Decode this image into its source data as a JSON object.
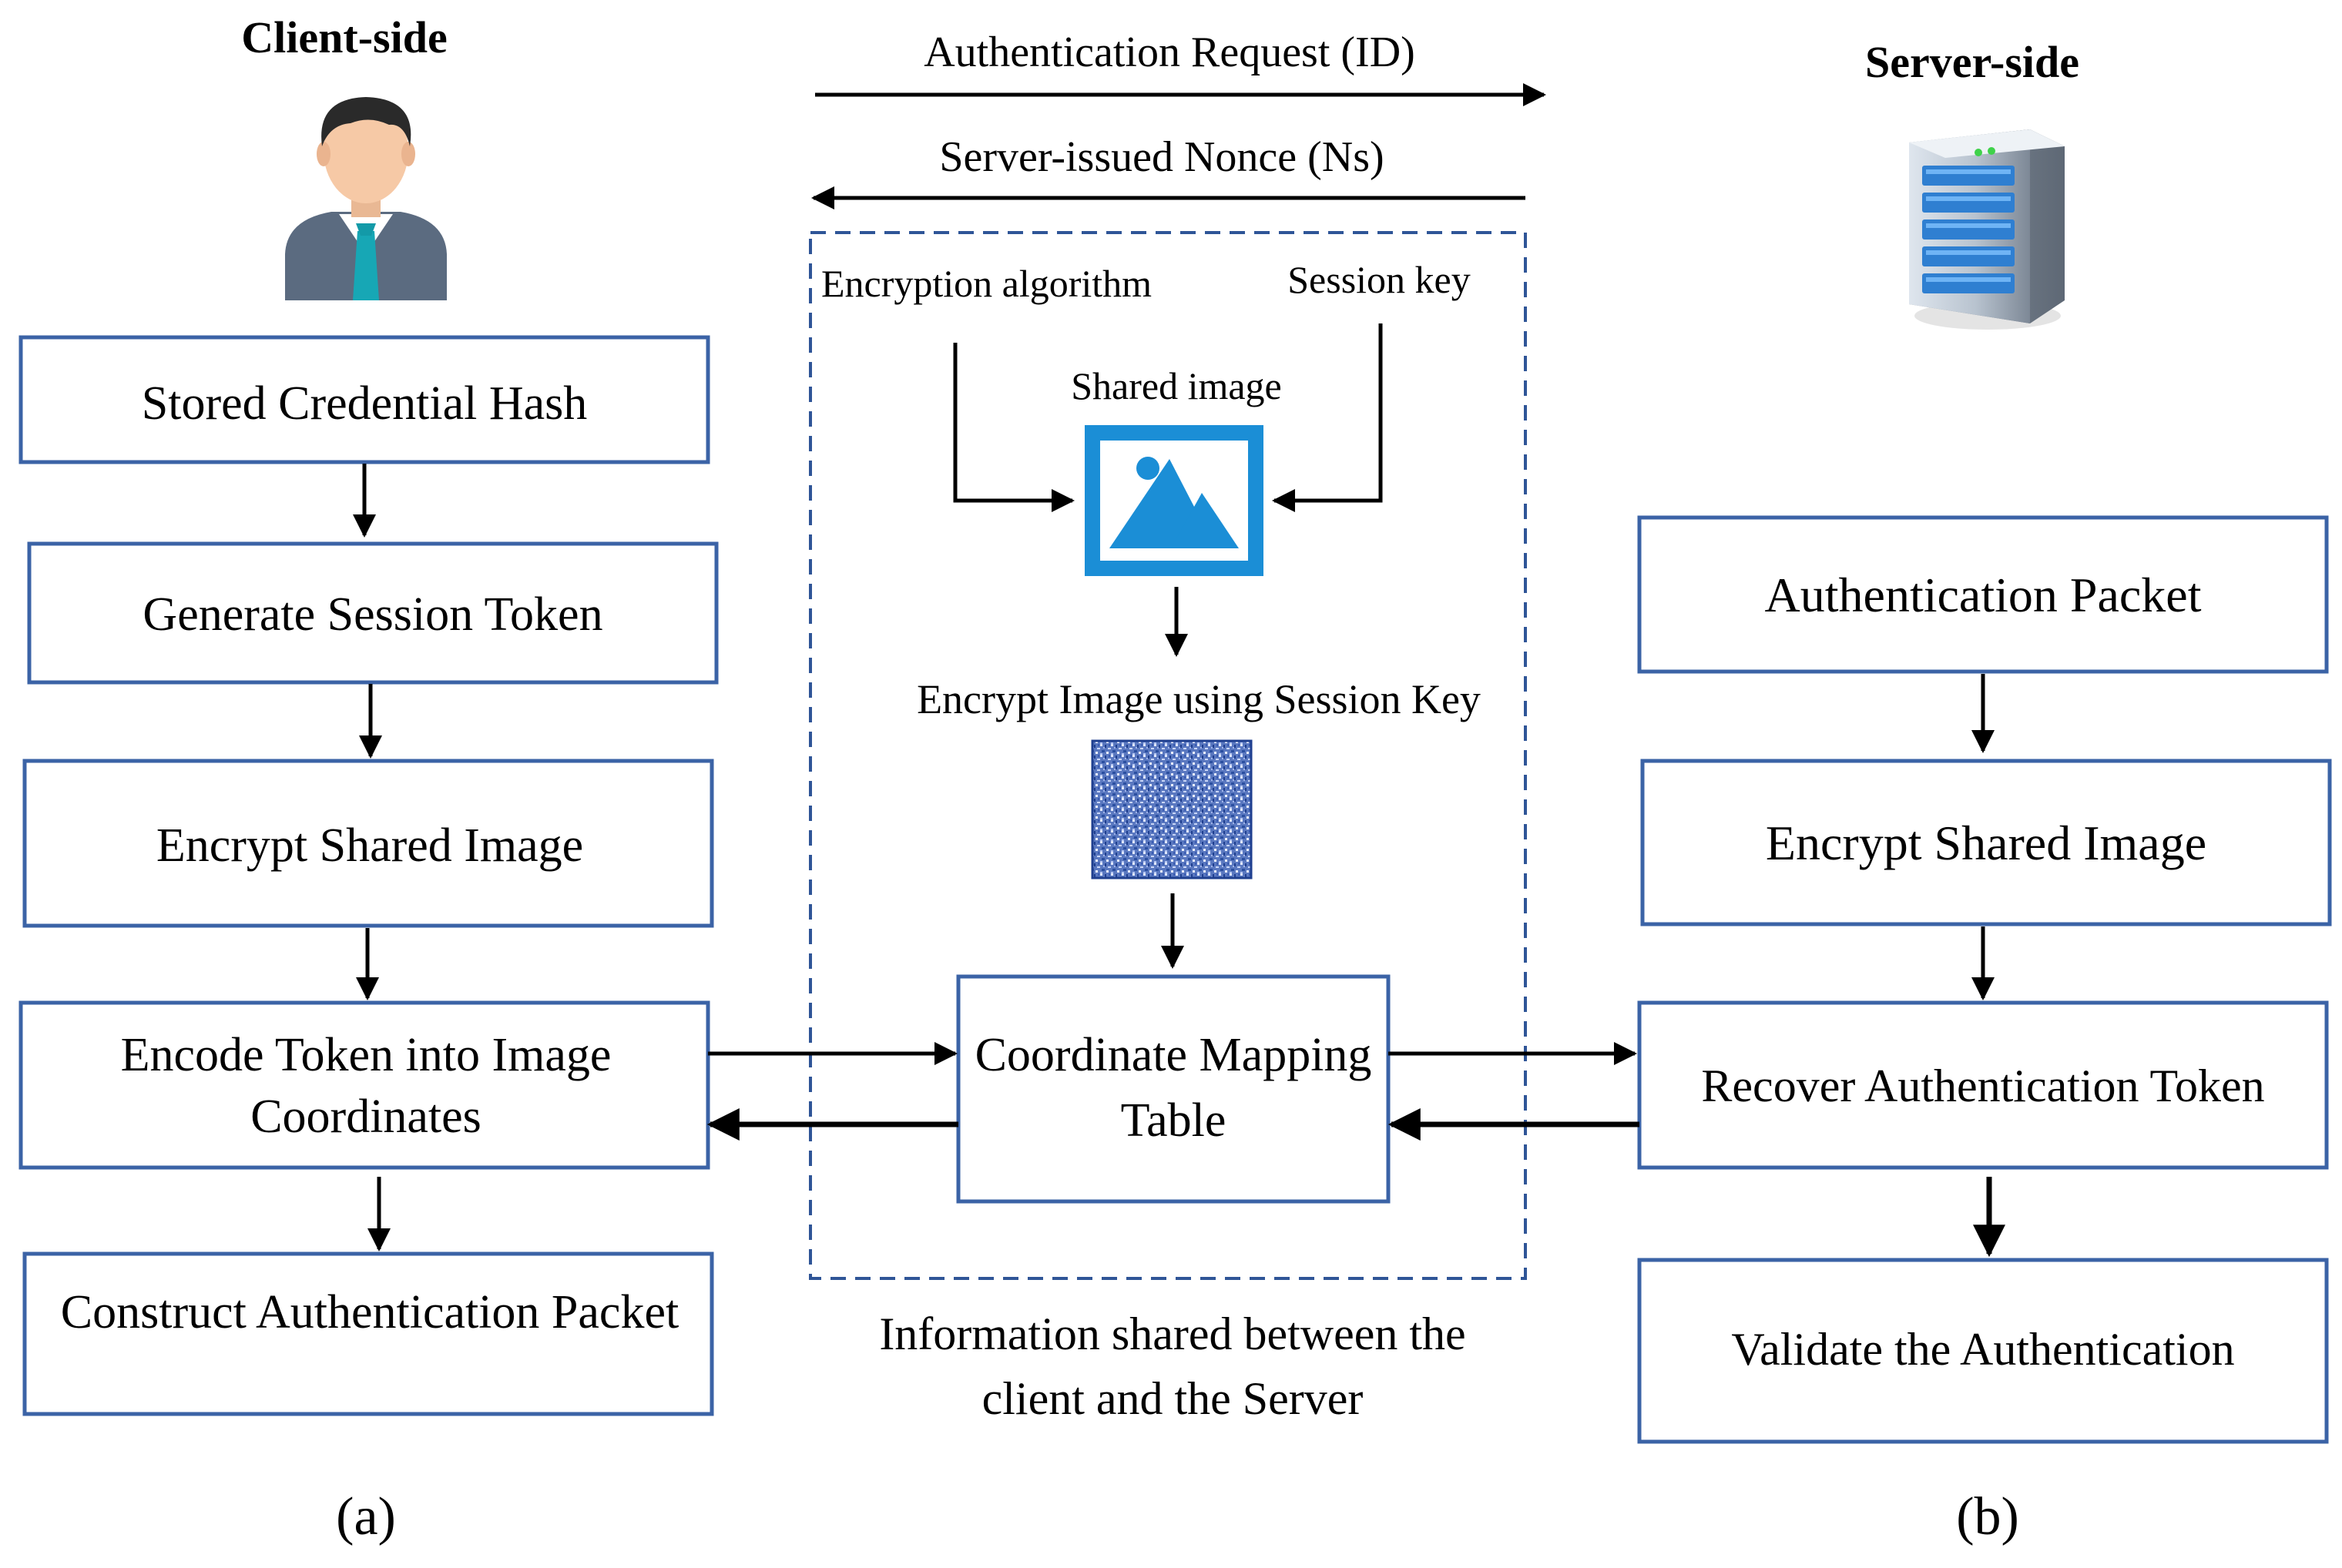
{
  "client": {
    "heading": "Client-side",
    "boxes": [
      "Stored Credential Hash",
      "Generate Session Token",
      "Encrypt Shared Image",
      [
        "Encode Token into Image",
        "Coordinates"
      ],
      "Construct Authentication Packet"
    ],
    "caption": "(a)"
  },
  "server": {
    "heading": "Server-side",
    "boxes": [
      "Authentication Packet",
      "Encrypt Shared Image",
      "Recover Authentication Token",
      "Validate the Authentication"
    ],
    "caption": "(b)"
  },
  "messages": {
    "request": "Authentication Request (ID)",
    "nonce": "Server-issued Nonce (Ns)"
  },
  "shared": {
    "encryption_algorithm": "Encryption algorithm",
    "session_key": "Session key",
    "shared_image": "Shared image",
    "encrypt_step": "Encrypt Image using Session Key",
    "mapping_table": [
      "Coordinate Mapping",
      "Table"
    ],
    "caption": [
      "Information shared between the",
      "client and the Server"
    ]
  },
  "colors": {
    "box_border": "#3B63A6",
    "dashed_border": "#2F5597",
    "image_icon": "#1B8ED6",
    "arrow": "#000000"
  }
}
